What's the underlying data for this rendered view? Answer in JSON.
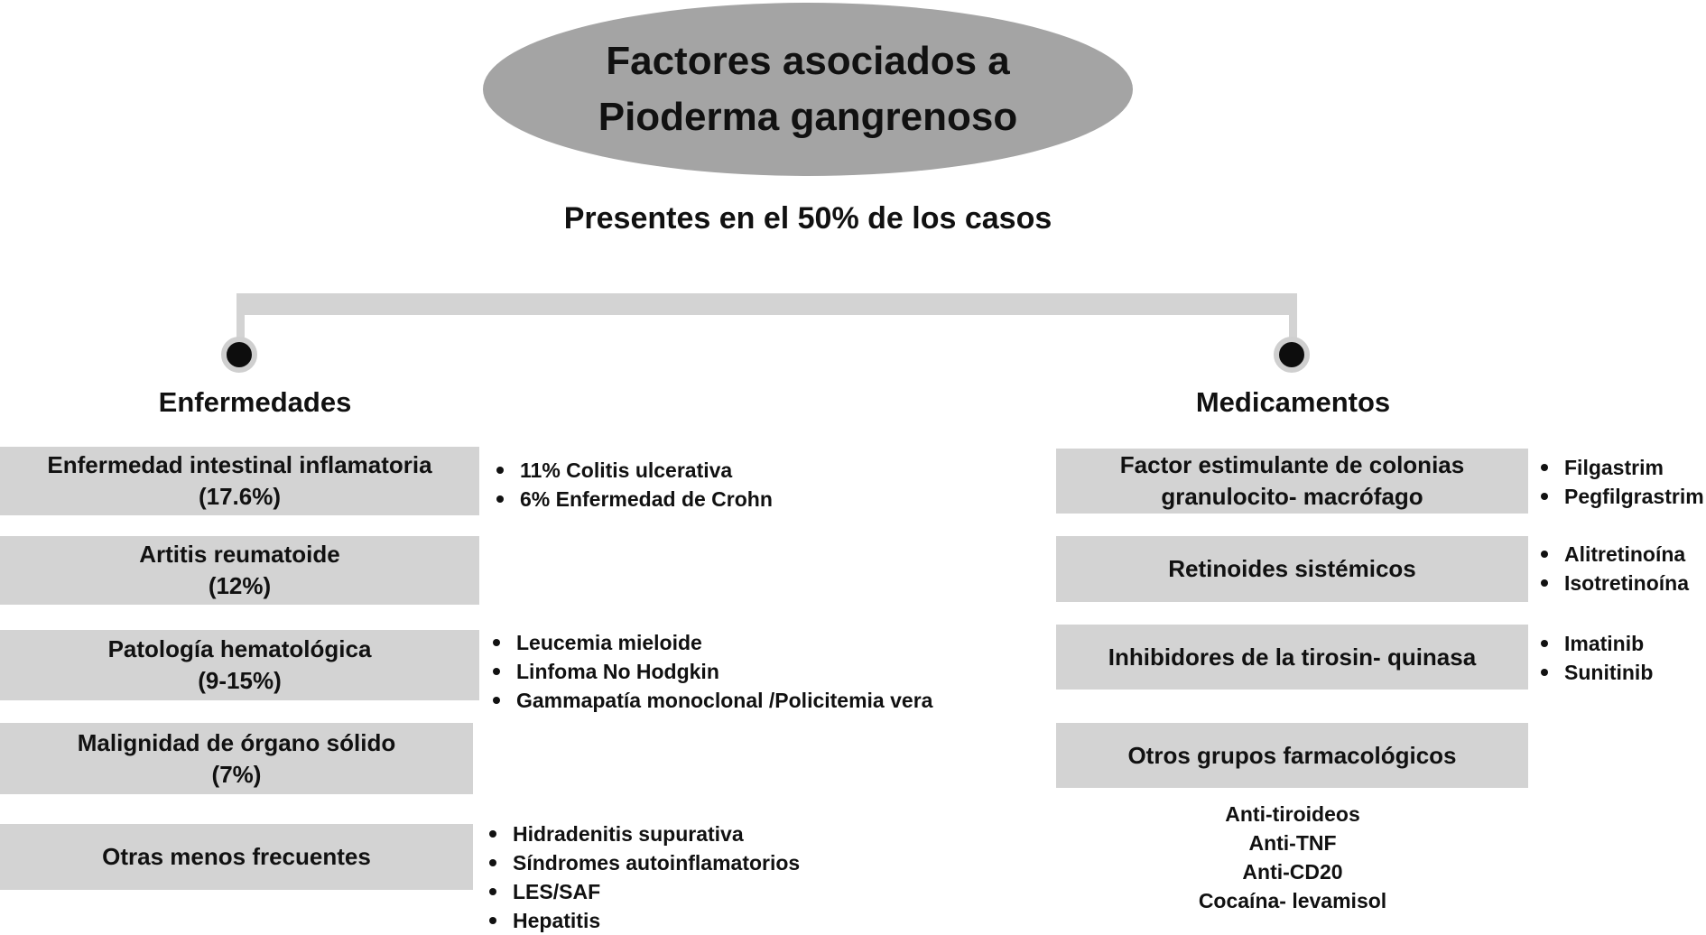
{
  "title": {
    "line1": "Factores asociados a",
    "line2": "Pioderma gangrenoso"
  },
  "subtitle": "Presentes en el 50%  de los casos",
  "left": {
    "heading": "Enfermedades",
    "boxes": [
      {
        "label": "Enfermedad intestinal inflamatoria",
        "value": "(17.6%)"
      },
      {
        "label": "Artitis  reumatoide",
        "value": "(12%)"
      },
      {
        "label": "Patología  hematológica",
        "value": "(9-15%)"
      },
      {
        "label": "Malignidad de órgano sólido",
        "value": "(7%)"
      },
      {
        "label": "Otras menos frecuentes"
      }
    ],
    "details": {
      "intestinal": [
        "11% Colitis ulcerativa",
        "6% Enfermedad de Crohn"
      ],
      "hematologica": [
        "Leucemia mieloide",
        "Linfoma No Hodgkin",
        "Gammapatía monoclonal /Policitemia vera"
      ],
      "otras": [
        "Hidradenitis supurativa",
        "Síndromes autoinflamatorios",
        "LES/SAF",
        "Hepatitis"
      ]
    }
  },
  "right": {
    "heading": "Medicamentos",
    "boxes": [
      {
        "line1": "Factor estimulante de colonias",
        "line2": "granulocito- macrófago"
      },
      {
        "line1": "Retinoides sistémicos"
      },
      {
        "line1": "Inhibidores de la tirosin- quinasa"
      },
      {
        "line1": "Otros grupos farmacológicos"
      }
    ],
    "details": {
      "factor": [
        "Filgastrim",
        "Pegfilgrastrim"
      ],
      "retinoides": [
        "Alitretinoína",
        "Isotretinoína"
      ],
      "inhibidores": [
        "Imatinib",
        "Sunitinib"
      ],
      "otros": [
        "Anti-tiroideos",
        "Anti-TNF",
        "Anti-CD20",
        "Cocaína- levamisol"
      ]
    }
  }
}
